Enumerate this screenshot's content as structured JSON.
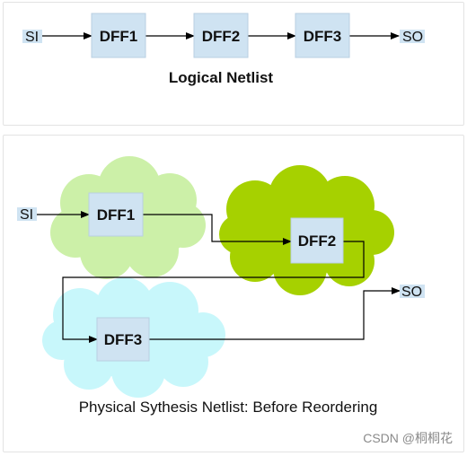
{
  "logical": {
    "si_label": "SI",
    "so_label": "SO",
    "dff1": "DFF1",
    "dff2": "DFF2",
    "dff3": "DFF3",
    "caption": "Logical Netlist"
  },
  "physical": {
    "si_label": "SI",
    "so_label": "SO",
    "dff1": "DFF1",
    "dff2": "DFF2",
    "dff3": "DFF3",
    "caption": "Physical Sythesis Netlist: Before Reordering"
  },
  "colors": {
    "box_fill": "#cfe3f2",
    "cloud_light_green": "#ccf0a8",
    "cloud_dark_green": "#a6d100",
    "cloud_cyan": "#c8f7fb"
  },
  "watermark": "CSDN @桐桐花"
}
